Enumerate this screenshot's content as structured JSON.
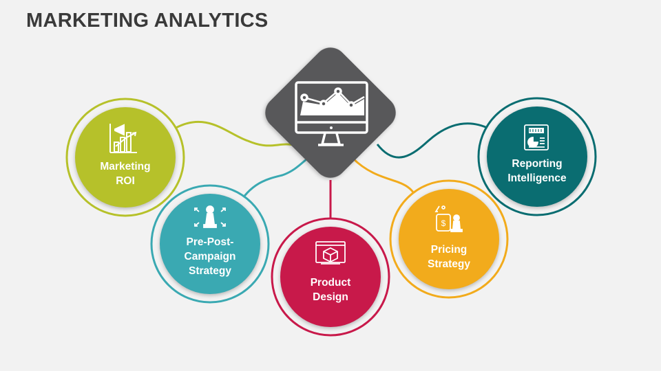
{
  "title": "MARKETING ANALYTICS",
  "colors": {
    "background": "#f2f2f2",
    "title": "#3a3a3a",
    "center": "#58585a",
    "green": "#b6c12a",
    "teal": "#3aa9b2",
    "crimson": "#c8194a",
    "orange": "#f2ab1c",
    "dark_teal": "#0a6d71"
  },
  "center": {
    "icon": "monitor-line-chart-icon"
  },
  "nodes": [
    {
      "id": "marketing-roi",
      "label": "Marketing\nROI",
      "icon": "megaphone-bar-chart-icon",
      "color": "#b6c12a"
    },
    {
      "id": "pre-post-campaign",
      "label": "Pre-Post-\nCampaign\nStrategy",
      "icon": "chess-pawn-arrows-icon",
      "color": "#3aa9b2"
    },
    {
      "id": "product-design",
      "label": "Product\nDesign",
      "icon": "screen-cube-icon",
      "color": "#c8194a"
    },
    {
      "id": "pricing-strategy",
      "label": "Pricing\nStrategy",
      "icon": "price-tag-chess-icon",
      "color": "#f2ab1c"
    },
    {
      "id": "reporting-intelligence",
      "label": "Reporting\nIntelligence",
      "icon": "report-document-icon",
      "color": "#0a6d71"
    }
  ]
}
